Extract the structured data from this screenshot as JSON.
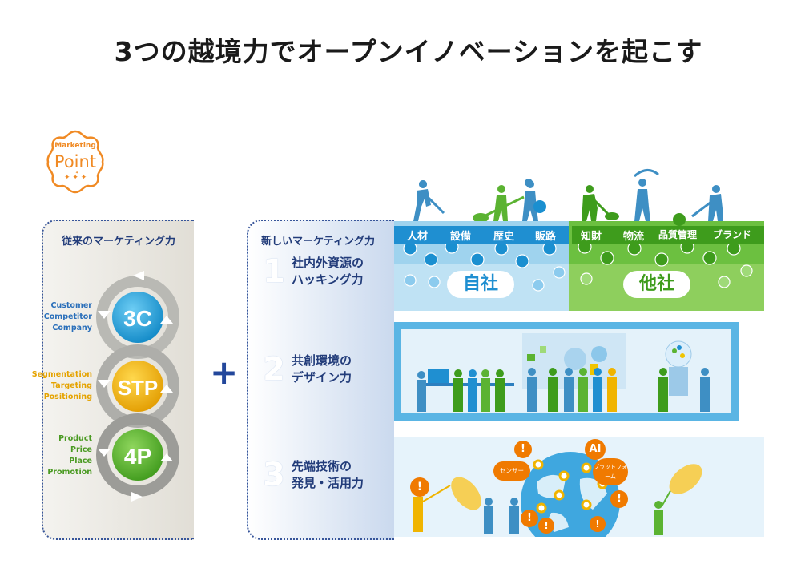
{
  "title": "3つの越境力でオープンイノベーションを起こす",
  "badge": {
    "top_text": "Marketing",
    "main_text": "Point"
  },
  "left_panel": {
    "heading": "従来のマーケティング力",
    "cycles": [
      {
        "label": "3C",
        "items": [
          "Customer",
          "Competitor",
          "Company"
        ],
        "color": "#1fa3dc",
        "text_color": "#2a6fba"
      },
      {
        "label": "STP",
        "items": [
          "Segmentation",
          "Targeting",
          "Positioning"
        ],
        "color": "#f0b400",
        "text_color": "#e5a300"
      },
      {
        "label": "4P",
        "items": [
          "Product",
          "Price",
          "Place",
          "Promotion"
        ],
        "color": "#58b22e",
        "text_color": "#4a9a22"
      }
    ]
  },
  "plus_sign": "+",
  "middle_panel": {
    "heading": "新しいマーケティング力",
    "items": [
      {
        "number": "1",
        "line1": "社内外資源の",
        "line2": "ハッキング力"
      },
      {
        "number": "2",
        "line1": "共創環境の",
        "line2": "デザイン力"
      },
      {
        "number": "3",
        "line1": "先端技術の",
        "line2": "発見・活用力"
      }
    ]
  },
  "scene1": {
    "own_tags": [
      "人材",
      "設備",
      "歴史",
      "販路"
    ],
    "own_label": "自社",
    "other_tags": [
      "知財",
      "物流",
      "品質管理",
      "ブランド"
    ],
    "other_label": "他社",
    "colors": {
      "own": "#4cb2e3",
      "other": "#5bb332"
    }
  },
  "scene3": {
    "bubbles": [
      "!",
      "AI",
      "センサー",
      "プラットフォーム",
      "!",
      "!",
      "!",
      "!",
      "!"
    ],
    "bubble_color": "#f07a00"
  }
}
